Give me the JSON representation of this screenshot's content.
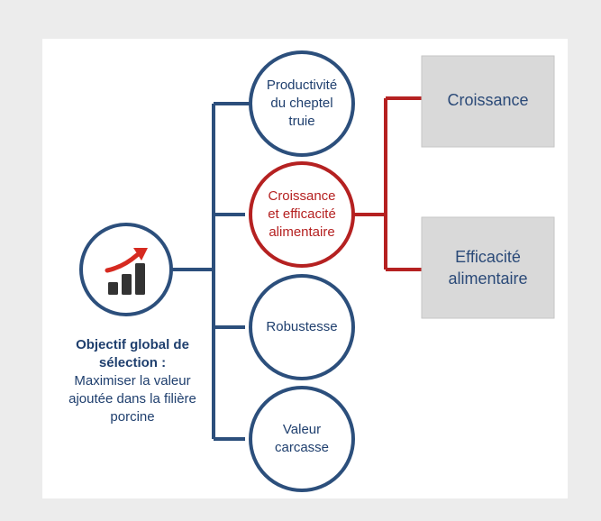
{
  "nodes": {
    "productivite": "Productivité\ndu cheptel\ntruie",
    "croissance_efficacite": "Croissance\net efficacité\nalimentaire",
    "robustesse": "Robustesse",
    "valeur_carcasse": "Valeur\ncarcasse"
  },
  "boxes": {
    "croissance": "Croissance",
    "efficacite": "Efficacité\nalimentaire"
  },
  "goal": {
    "title": "Objectif global de sélection :",
    "description": "Maximiser la valeur ajoutée dans la filière porcine"
  },
  "colors": {
    "blue": "#2c4f7c",
    "red": "#b52121",
    "box_fill": "#d9d9d9",
    "box_border": "#c6c6c6",
    "icon_bars": "#333333",
    "icon_arrow": "#d62a20"
  },
  "icons": {
    "goal": "growth-chart-icon"
  }
}
